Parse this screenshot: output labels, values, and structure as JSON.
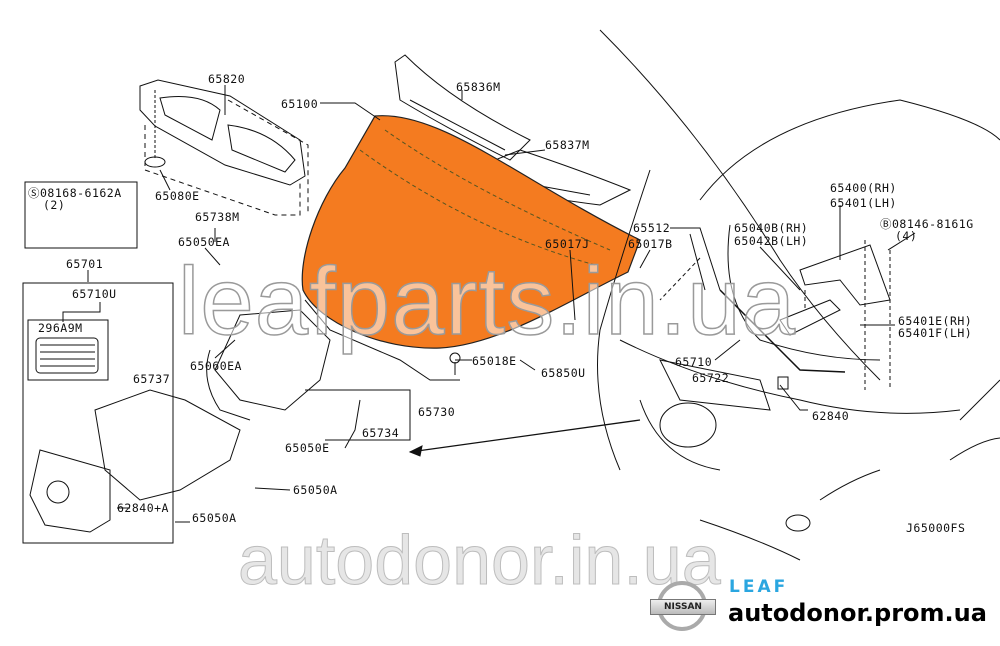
{
  "diagram": {
    "code": "J65000FS",
    "labels": {
      "p65820": "65820",
      "p65100": "65100",
      "p65836M": "65836M",
      "p65837M": "65837M",
      "p65080E": "65080E",
      "screw_spec": "Ⓢ08168-6162A",
      "screw_qty": "(2)",
      "p65738M": "65738M",
      "p65701": "65701",
      "p65710U": "65710U",
      "p296A9M": "296A9M",
      "p65050EA_1": "65050EA",
      "p65060EA": "65060EA",
      "p65737": "65737",
      "p65730": "65730",
      "p65734": "65734",
      "p65050E": "65050E",
      "p65050A_1": "65050A",
      "p62840A": "62840+A",
      "p65050A_2": "65050A",
      "p65018E": "65018E",
      "p65850U": "65850U",
      "p65017J": "65017J",
      "p65512": "65512",
      "p65017B": "65017B",
      "p65400RH": "65400(RH)",
      "p65401LH": "65401(LH)",
      "bolt_spec": "Ⓑ08146-8161G",
      "bolt_qty": "(4)",
      "p65040BRH": "65040B(RH)",
      "p65042BLH": "65042B(LH)",
      "p65710": "65710",
      "p65722": "65722",
      "p65401ERH": "65401E(RH)",
      "p65401FLH": "65401F(LH)",
      "p62840": "62840"
    }
  },
  "watermarks": {
    "main": "leafparts.in.ua",
    "secondary": "autodonor.in.ua"
  },
  "branding": {
    "logo_text": "NISSAN",
    "model": "LEAF",
    "site": "autodonor.prom.ua"
  },
  "colors": {
    "hood": "#f47b20",
    "leaf_blue": "#2aa6e0"
  }
}
